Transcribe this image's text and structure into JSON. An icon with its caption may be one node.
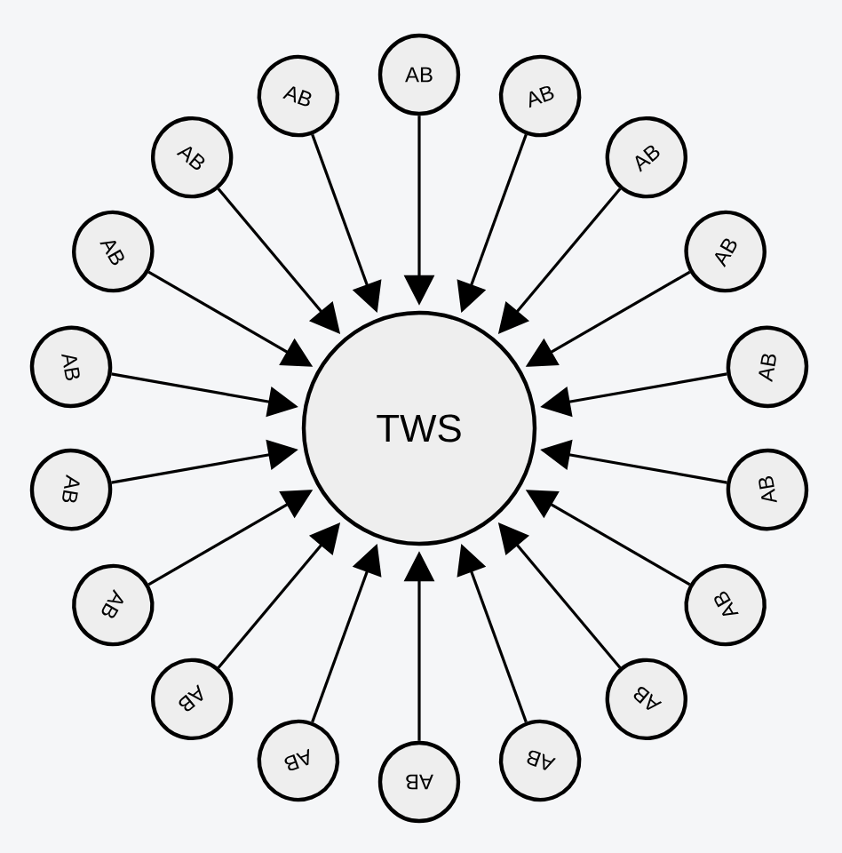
{
  "diagram": {
    "nodes": [
      {
        "text": [
          "TWS"
        ]
      },
      {
        "text": [
          "AB"
        ]
      },
      {
        "text": [
          "AB"
        ]
      },
      {
        "text": [
          "AB"
        ]
      },
      {
        "text": [
          "AB"
        ]
      },
      {
        "text": [
          "AB"
        ]
      },
      {
        "text": [
          "AB"
        ]
      },
      {
        "text": [
          "AB"
        ]
      },
      {
        "text": [
          "AB"
        ]
      },
      {
        "text": [
          "AB"
        ]
      },
      {
        "text": [
          "AB"
        ]
      },
      {
        "text": [
          "AB"
        ]
      },
      {
        "text": [
          "AB"
        ]
      },
      {
        "text": [
          "AB"
        ]
      },
      {
        "text": [
          "AB"
        ]
      },
      {
        "text": [
          "AB"
        ]
      },
      {
        "text": [
          "AB"
        ]
      },
      {
        "text": [
          "AB"
        ]
      },
      {
        "text": [
          "AB"
        ]
      }
    ],
    "edges": [
      {
        "from": 1,
        "to": 0,
        "arrow": "to"
      },
      {
        "from": 2,
        "to": 0,
        "arrow": "to"
      },
      {
        "from": 3,
        "to": 0,
        "arrow": "to"
      },
      {
        "from": 4,
        "to": 0,
        "arrow": "to"
      },
      {
        "from": 5,
        "to": 0,
        "arrow": "to"
      },
      {
        "from": 6,
        "to": 0,
        "arrow": "to"
      },
      {
        "from": 7,
        "to": 0,
        "arrow": "to"
      },
      {
        "from": 8,
        "to": 0,
        "arrow": "to"
      },
      {
        "from": 9,
        "to": 0,
        "arrow": "to"
      },
      {
        "from": 10,
        "to": 0,
        "arrow": "to"
      },
      {
        "from": 11,
        "to": 0,
        "arrow": "to"
      },
      {
        "from": 12,
        "to": 0,
        "arrow": "to"
      },
      {
        "from": 13,
        "to": 0,
        "arrow": "to"
      },
      {
        "from": 14,
        "to": 0,
        "arrow": "to"
      },
      {
        "from": 15,
        "to": 0,
        "arrow": "to"
      },
      {
        "from": 16,
        "to": 0,
        "arrow": "to"
      },
      {
        "from": 17,
        "to": 0,
        "arrow": "to"
      },
      {
        "from": 18,
        "to": 0,
        "arrow": "to"
      }
    ]
  }
}
